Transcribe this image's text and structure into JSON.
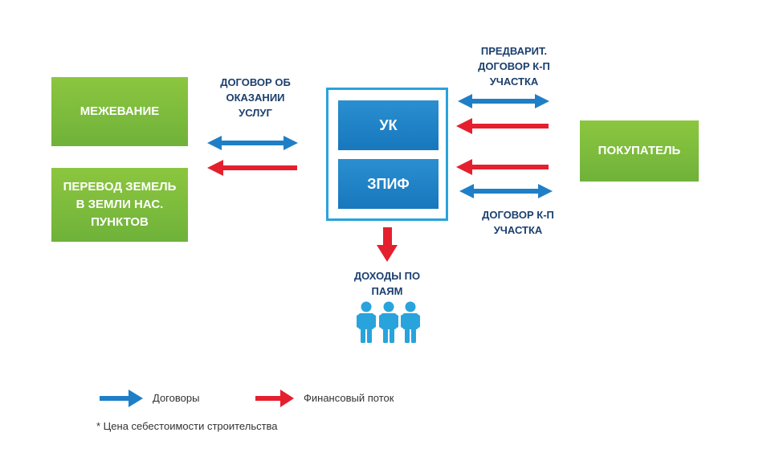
{
  "boxes": {
    "mezhevanie": "МЕЖЕВАНИЕ",
    "perevod": "ПЕРЕВОД ЗЕМЕЛЬ\nВ ЗЕМЛИ НАС.\nПУНКТОВ",
    "uk": "УК",
    "zpif": "ЗПИФ",
    "pokupatel": "ПОКУПАТЕЛЬ"
  },
  "labels": {
    "dogovor_uslug": "ДОГОВОР ОБ\nОКАЗАНИИ\nУСЛУГ",
    "predvarit": "ПРЕДВАРИТ.\nДОГОВОР К-П\nУЧАСТКА",
    "dogovor_kp": "ДОГОВОР К-П\nУЧАСТКА",
    "dohody": "ДОХОДЫ ПО\nПАЯМ"
  },
  "legend": {
    "contracts": "Договоры",
    "finance": "Финансовый поток"
  },
  "footnote": "* Цена себестоимости строительства",
  "colors": {
    "green": "#7dbd3c",
    "blue": "#1f7fc6",
    "frame": "#29a3dc",
    "arrow_blue": "#1f7fc6",
    "arrow_red": "#e4202f",
    "label_text": "#1b3f6e"
  }
}
